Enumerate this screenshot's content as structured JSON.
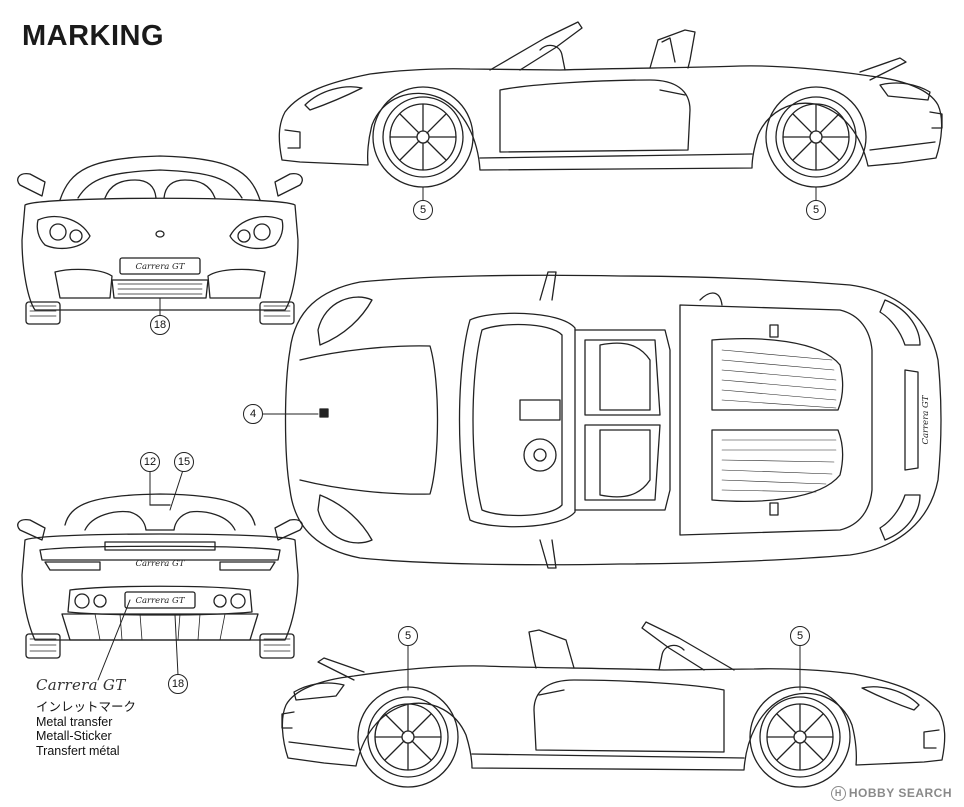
{
  "title": "MARKING",
  "callouts": {
    "side_front_wheel": "5",
    "side_rear_wheel": "5",
    "front_view": "18",
    "top_view": "4",
    "rear_top_1": "12",
    "rear_top_2": "15",
    "rear_view": "18",
    "bottom_front_wheel": "5",
    "bottom_rear_wheel": "5"
  },
  "badges": {
    "front_plate": "Carrera GT",
    "rear_wing": "Carrera GT",
    "rear_plate": "Carrera GT",
    "top_deck": "Carrera GT"
  },
  "legend": {
    "logo": "Carrera GT",
    "line1": "インレットマーク",
    "line2": "Metal transfer",
    "line3": "Metall-Sticker",
    "line4": "Transfert métal"
  },
  "watermark": {
    "symbol": "H",
    "text": "HOBBY SEARCH"
  },
  "colors": {
    "line": "#222222",
    "background": "#ffffff",
    "watermark": "#8a8a8a"
  }
}
